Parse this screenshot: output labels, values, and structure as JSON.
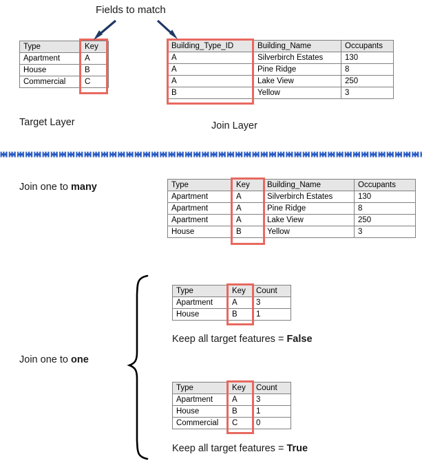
{
  "title": "Spatial join one-to-many vs one-to-one diagram",
  "labels": {
    "fields_to_match": "Fields to match",
    "target_layer": "Target Layer",
    "join_layer": "Join Layer",
    "join_one_to_many_prefix": "Join one to ",
    "join_one_to_many_bold": "many",
    "join_one_to_one_prefix": "Join one to ",
    "join_one_to_one_bold": "one",
    "keep_all_prefix": "Keep all target features = ",
    "keep_all_false": "False",
    "keep_all_true": "True"
  },
  "colors": {
    "highlight_red": "#e8685f",
    "arrow_navy": "#1f3864",
    "divider_blue": "#2b5cc4",
    "header_fill": "#e6e6e6",
    "table_border": "#7f7f7f",
    "text": "#1a1a1a"
  },
  "icons": {
    "arrow_left": "arrow-down-right-icon",
    "arrow_right": "arrow-down-left-icon",
    "divider": "dashed-divider-icon",
    "brace": "curly-brace-icon"
  },
  "target_table": {
    "name": "target-layer-table",
    "headers": [
      "Type",
      "Key"
    ],
    "rows": [
      [
        "Apartment",
        "A"
      ],
      [
        "House",
        "B"
      ],
      [
        "Commercial",
        "C"
      ]
    ],
    "highlight_column": 1
  },
  "join_table": {
    "name": "join-layer-table",
    "headers": [
      "Building_Type_ID",
      "Building_Name",
      "Occupants"
    ],
    "rows": [
      [
        "A",
        "Silverbirch Estates",
        "130"
      ],
      [
        "A",
        "Pine Ridge",
        "8"
      ],
      [
        "A",
        "Lake View",
        "250"
      ],
      [
        "B",
        "Yellow",
        "3"
      ]
    ],
    "highlight_column": 0
  },
  "one_to_many_table": {
    "name": "one-to-many-result-table",
    "headers": [
      "Type",
      "Key",
      "Building_Name",
      "Occupants"
    ],
    "rows": [
      [
        "Apartment",
        "A",
        "Silverbirch Estates",
        "130"
      ],
      [
        "Apartment",
        "A",
        "Pine Ridge",
        "8"
      ],
      [
        "Apartment",
        "A",
        "Lake View",
        "250"
      ],
      [
        "House",
        "B",
        "Yellow",
        "3"
      ]
    ],
    "highlight_column": 1
  },
  "one_to_one_false_table": {
    "name": "one-to-one-false-result-table",
    "headers": [
      "Type",
      "Key",
      "Count"
    ],
    "rows": [
      [
        "Apartment",
        "A",
        "3"
      ],
      [
        "House",
        "B",
        "1"
      ]
    ],
    "highlight_column": 1
  },
  "one_to_one_true_table": {
    "name": "one-to-one-true-result-table",
    "headers": [
      "Type",
      "Key",
      "Count"
    ],
    "rows": [
      [
        "Apartment",
        "A",
        "3"
      ],
      [
        "House",
        "B",
        "1"
      ],
      [
        "Commercial",
        "C",
        "0"
      ]
    ],
    "highlight_column": 1
  }
}
